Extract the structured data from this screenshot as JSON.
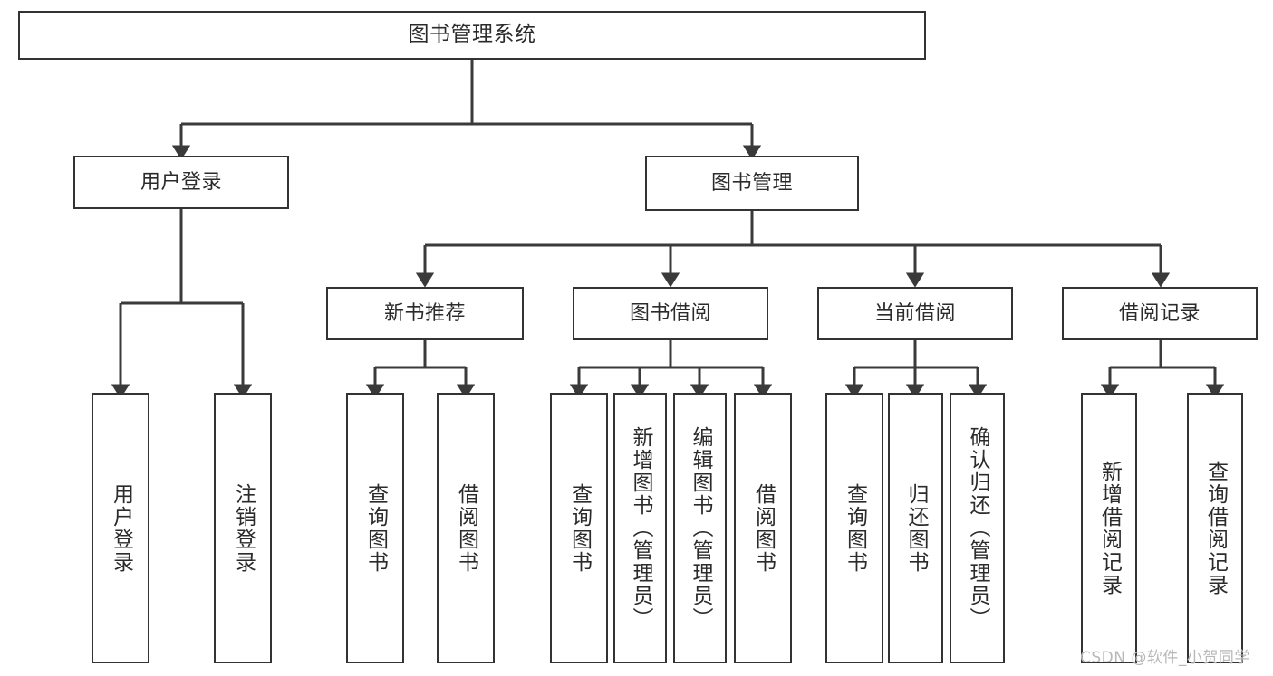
{
  "diagram": {
    "title": "图书管理系统",
    "type": "tree-hierarchy-diagram",
    "watermark": "CSDN @软件_小贺同学",
    "colors": {
      "background": "#ffffff",
      "box_border": "#333333",
      "connector": "#3a3a3a",
      "text": "#2b2b2b",
      "watermark": "#b8b8b8"
    },
    "nodes": {
      "root": {
        "label": "图书管理系统"
      },
      "level1": [
        {
          "label": "用户登录"
        },
        {
          "label": "图书管理"
        }
      ],
      "level2": [
        {
          "label": "新书推荐"
        },
        {
          "label": "图书借阅"
        },
        {
          "label": "当前借阅"
        },
        {
          "label": "借阅记录"
        }
      ],
      "leaves": {
        "user_login": [
          {
            "label": "用户登录"
          },
          {
            "label": "注销登录"
          }
        ],
        "new_book_recommend": [
          {
            "label": "查询图书"
          },
          {
            "label": "借阅图书"
          }
        ],
        "book_borrow": [
          {
            "label": "查询图书"
          },
          {
            "label": "新增图书（管理员）"
          },
          {
            "label": "编辑图书（管理员）"
          },
          {
            "label": "借阅图书"
          }
        ],
        "current_borrow": [
          {
            "label": "查询图书"
          },
          {
            "label": "归还图书"
          },
          {
            "label": "确认归还（管理员）"
          }
        ],
        "borrow_record": [
          {
            "label": "新增借阅记录"
          },
          {
            "label": "查询借阅记录"
          }
        ]
      }
    }
  }
}
